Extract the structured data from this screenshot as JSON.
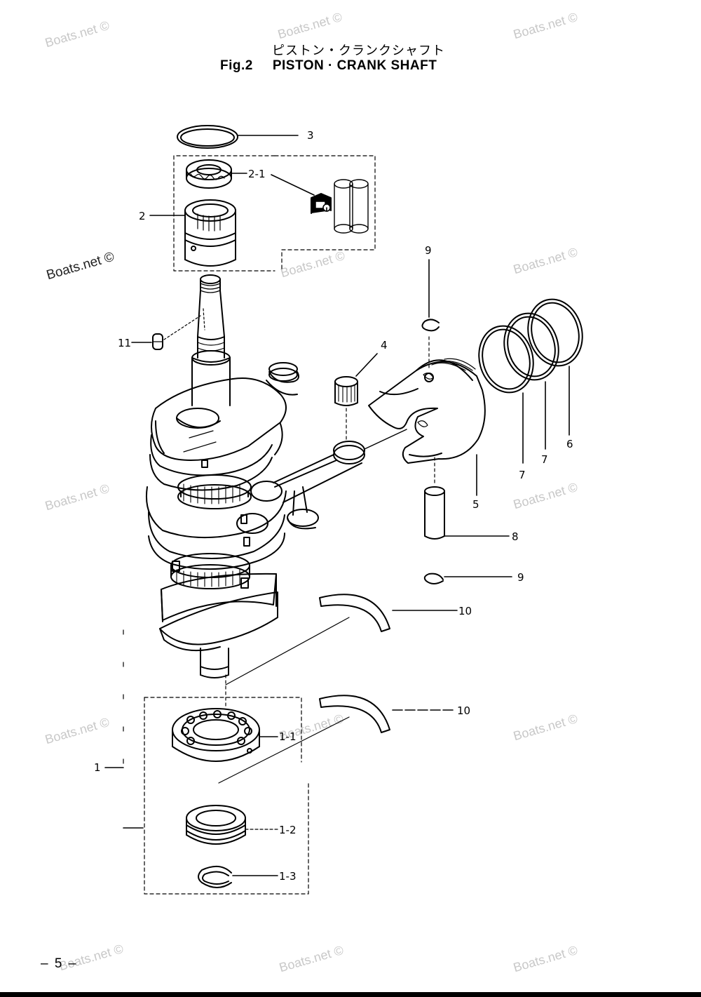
{
  "title": {
    "japanese": "ピストン・クランクシャフト",
    "figure_number": "Fig.2",
    "english": "PISTON · CRANK SHAFT"
  },
  "page_number": "– 5 –",
  "watermark": "Boats.net ©",
  "callouts": {
    "c1": "1",
    "c1_1": "1-1",
    "c1_2": "1-2",
    "c1_3": "1-3",
    "c2": "2",
    "c2_1": "2-1",
    "c3": "3",
    "c4": "4",
    "c5": "5",
    "c6": "6",
    "c7a": "7",
    "c7b": "7",
    "c8": "8",
    "c9a": "9",
    "c9b": "9",
    "c10a": "10",
    "c10b": "10",
    "c11": "11"
  },
  "icons": {
    "grease": "apply-grease-icon"
  },
  "colors": {
    "ink": "#000000",
    "watermark": "#c8c8c8"
  }
}
